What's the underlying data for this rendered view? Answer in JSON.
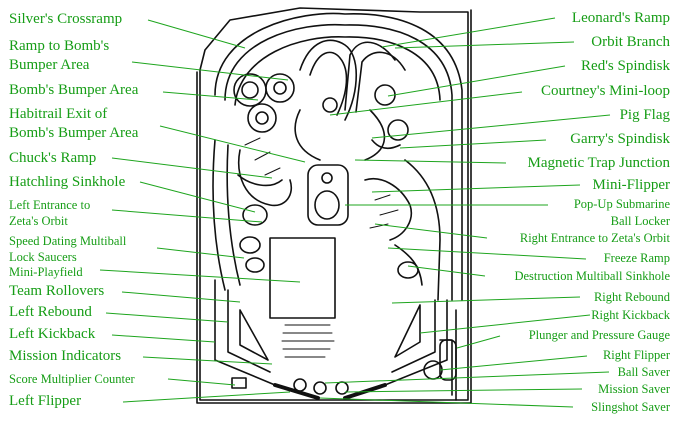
{
  "colors": {
    "label_text": "#169d16",
    "leader_lines": "#1ea51e",
    "sketch_ink": "#111111",
    "background": "#ffffff"
  },
  "left_labels": [
    {
      "id": "silvers-crossramp",
      "text": "Silver's Crossramp"
    },
    {
      "id": "ramp-to-bombs-bumper-area",
      "lines": [
        "Ramp to Bomb's",
        "Bumper Area"
      ]
    },
    {
      "id": "bombs-bumper-area",
      "text": "Bomb's Bumper Area"
    },
    {
      "id": "habitrail-exit",
      "lines": [
        "Habitrail Exit of",
        "Bomb's Bumper Area"
      ]
    },
    {
      "id": "chucks-ramp",
      "text": "Chuck's Ramp"
    },
    {
      "id": "hatchling-sinkhole",
      "text": "Hatchling Sinkhole"
    },
    {
      "id": "left-entrance-zetas-orbit",
      "lines": [
        "Left Entrance to",
        "Zeta's Orbit"
      ]
    },
    {
      "id": "speed-dating-multiball",
      "lines": [
        "Speed Dating Multiball",
        "Lock Saucers"
      ]
    },
    {
      "id": "mini-playfield",
      "text": "Mini-Playfield"
    },
    {
      "id": "team-rollovers",
      "text": "Team Rollovers"
    },
    {
      "id": "left-rebound",
      "text": "Left Rebound"
    },
    {
      "id": "left-kickback",
      "text": "Left Kickback"
    },
    {
      "id": "mission-indicators",
      "text": "Mission Indicators"
    },
    {
      "id": "score-multiplier-counter",
      "text": "Score Multiplier Counter"
    },
    {
      "id": "left-flipper",
      "text": "Left Flipper"
    }
  ],
  "right_labels": [
    {
      "id": "leonards-ramp",
      "text": "Leonard's Ramp"
    },
    {
      "id": "orbit-branch",
      "text": "Orbit Branch"
    },
    {
      "id": "reds-spindisk",
      "text": "Red's Spindisk"
    },
    {
      "id": "courtneys-mini-loop",
      "text": "Courtney's Mini-loop"
    },
    {
      "id": "pig-flag",
      "text": "Pig Flag"
    },
    {
      "id": "garrys-spindisk",
      "text": "Garry's Spindisk"
    },
    {
      "id": "magnetic-trap-junction",
      "text": "Magnetic Trap Junction"
    },
    {
      "id": "mini-flipper",
      "text": "Mini-Flipper"
    },
    {
      "id": "popup-submarine",
      "lines": [
        "Pop-Up Submarine",
        "Ball Locker"
      ]
    },
    {
      "id": "right-entrance-zetas-orbit",
      "text": "Right Entrance to Zeta's Orbit"
    },
    {
      "id": "freeze-ramp",
      "text": "Freeze Ramp"
    },
    {
      "id": "destruction-multiball-sinkhole",
      "text": "Destruction Multiball Sinkhole"
    },
    {
      "id": "right-rebound",
      "text": "Right Rebound"
    },
    {
      "id": "right-kickback",
      "text": "Right Kickback"
    },
    {
      "id": "plunger-pressure-gauge",
      "text": "Plunger and Pressure Gauge"
    },
    {
      "id": "right-flipper",
      "text": "Right Flipper"
    },
    {
      "id": "ball-saver",
      "text": "Ball Saver"
    },
    {
      "id": "mission-saver",
      "text": "Mission Saver"
    },
    {
      "id": "slingshot-saver",
      "text": "Slingshot Saver"
    }
  ]
}
